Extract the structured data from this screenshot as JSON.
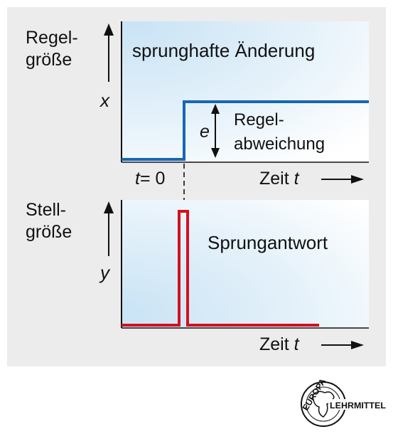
{
  "top_panel": {
    "axis_label_line1": "Regel-",
    "axis_label_line2": "größe",
    "axis_symbol": "x",
    "caption": "sprunghafte Änderung",
    "deviation_symbol": "e",
    "deviation_label_line1": "Regel-",
    "deviation_label_line2": "abweichung",
    "time_marker_var": "t",
    "time_marker_rest": "= 0",
    "time_axis_label": "Zeit",
    "time_axis_var": "t",
    "signal_color": "#1767b4"
  },
  "bottom_panel": {
    "axis_label_line1": "Stell-",
    "axis_label_line2": "größe",
    "axis_symbol": "y",
    "caption": "Sprungantwort",
    "time_axis_label": "Zeit",
    "time_axis_var": "t",
    "signal_color": "#d4101e"
  },
  "logo": {
    "text_top": "EUROPA",
    "text_bottom": "LEHRMITTEL"
  },
  "colors": {
    "background_frame": "#ececec",
    "plot_fill_light": "#ffffff",
    "plot_fill_blue": "#c9e3f5"
  }
}
